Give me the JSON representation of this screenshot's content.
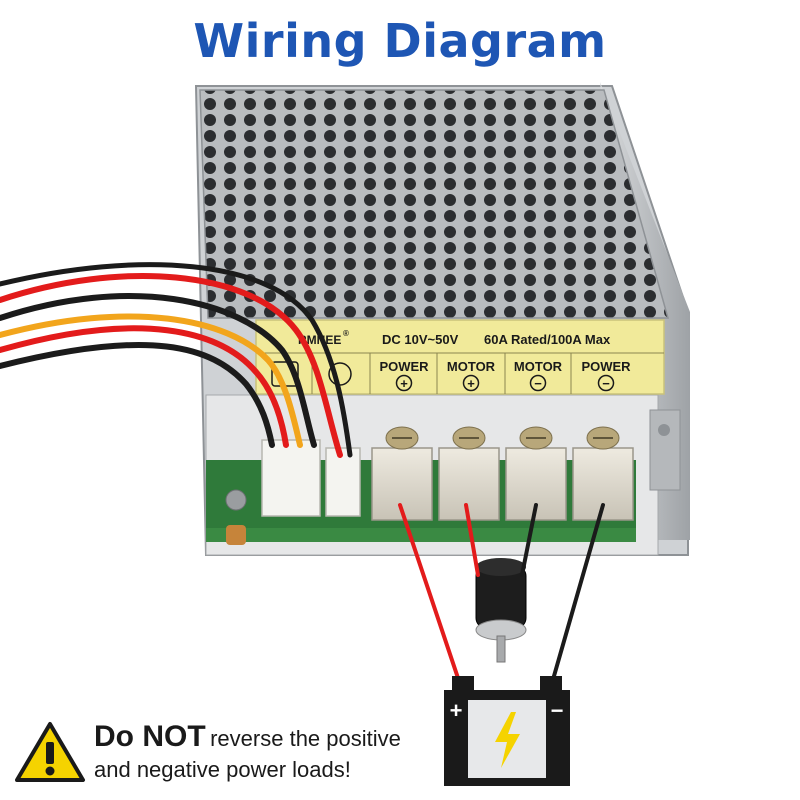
{
  "title": "Wiring Diagram",
  "label_strip": {
    "brand": "RMNEE",
    "registered_mark": "®",
    "voltage": "DC 10V~50V",
    "current": "60A Rated/100A Max"
  },
  "terminals": [
    {
      "label": "POWER",
      "symbol": "+"
    },
    {
      "label": "MOTOR",
      "symbol": "+"
    },
    {
      "label": "MOTOR",
      "symbol": "−"
    },
    {
      "label": "POWER",
      "symbol": "−"
    }
  ],
  "battery": {
    "plus": "+",
    "minus": "−"
  },
  "warning": {
    "strong": "Do NOT",
    "rest": "reverse the positive",
    "line2": "and negative power loads!"
  },
  "colors": {
    "title": "#1e56b4",
    "label_bg": "#f1ea9a",
    "wire_red": "#e31b1b",
    "wire_black": "#1b1b1b",
    "wire_yellow": "#f2a51c",
    "battery_body": "#1a1a1a",
    "bolt": "#f5d300",
    "warning_fill": "#f5d300"
  }
}
